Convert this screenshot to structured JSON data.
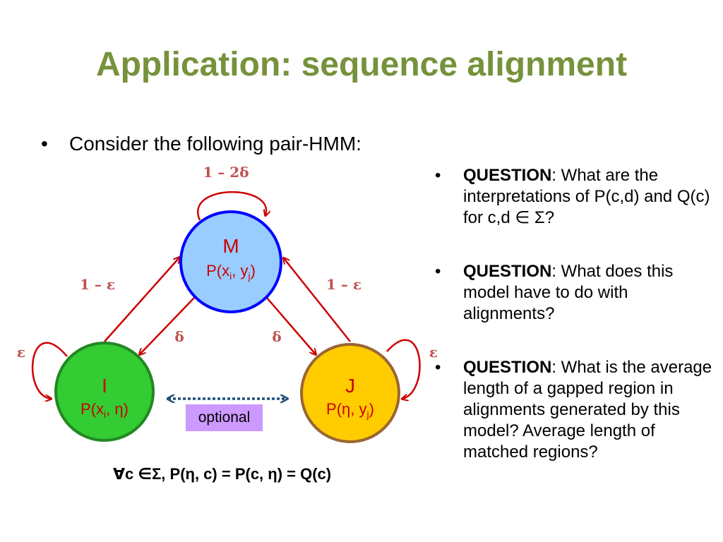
{
  "title": "Application: sequence alignment",
  "intro_bullet": "Consider the following pair-HMM:",
  "bullet_glyph": "•",
  "states": {
    "M": {
      "name": "M",
      "emission_pre": "P(x",
      "emission_sub1": "i",
      "emission_mid": ", y",
      "emission_sub2": "j",
      "emission_post": ")",
      "fill": "#99ccff",
      "stroke": "#0000ff"
    },
    "I": {
      "name": "I",
      "emission_pre": "P(x",
      "emission_sub1": "i",
      "emission_post": ", η)",
      "fill": "#33cc33",
      "stroke": "#228822"
    },
    "J": {
      "name": "J",
      "emission_pre": "P(η, y",
      "emission_sub1": "j",
      "emission_post": ")",
      "fill": "#ffcc00",
      "stroke": "#996633"
    }
  },
  "transitions": {
    "self_M": "1 – 2δ",
    "I_to_M": "1 – ε",
    "J_to_M": "1 – ε",
    "M_to_I": "δ",
    "M_to_J": "δ",
    "self_I": "ε",
    "self_J": "ε"
  },
  "optional_label": "optional",
  "equation": "∀c ∈Σ, P(η, c) = P(c, η) = Q(c)",
  "questions": [
    {
      "label": "QUESTION",
      "text": ": What are the interpretations of P(c,d) and Q(c) for c,d ∈ Σ?"
    },
    {
      "label": "QUESTION",
      "text": ":  What does this model have to do with alignments?"
    },
    {
      "label": "QUESTION",
      "text": ":  What is the average length of a gapped region in alignments generated by this model? Average length of matched regions?"
    }
  ],
  "colors": {
    "title": "#76923c",
    "arrow": "#cc0000",
    "optional_arrow": "#1f4e79"
  }
}
